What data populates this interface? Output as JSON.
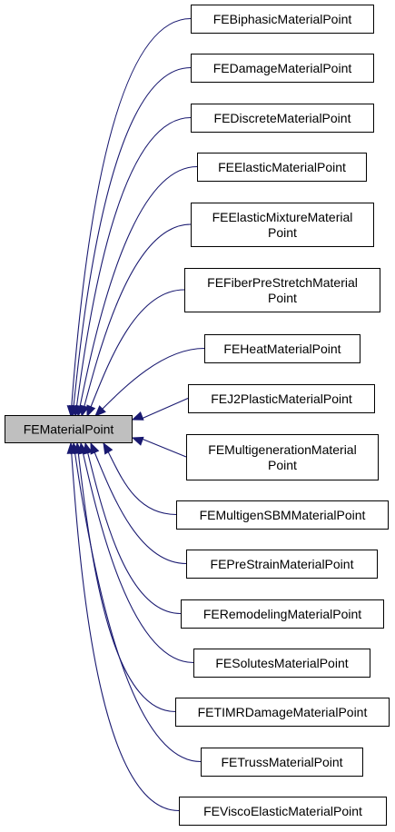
{
  "colors": {
    "edge": "#191970",
    "base_fill": "#bfbfbf",
    "node_fill": "#ffffff",
    "border": "#000000"
  },
  "base": {
    "id": "base",
    "lines": [
      "FEMaterialPoint"
    ]
  },
  "nodes": [
    {
      "id": "biphasic",
      "lines": [
        "FEBiphasicMaterialPoint"
      ]
    },
    {
      "id": "damage",
      "lines": [
        "FEDamageMaterialPoint"
      ]
    },
    {
      "id": "discrete",
      "lines": [
        "FEDiscreteMaterialPoint"
      ]
    },
    {
      "id": "elastic",
      "lines": [
        "FEElasticMaterialPoint"
      ]
    },
    {
      "id": "elastic-mixture",
      "lines": [
        "FEElasticMixtureMaterial",
        "Point"
      ]
    },
    {
      "id": "fiber-prestretch",
      "lines": [
        "FEFiberPreStretchMaterial",
        "Point"
      ]
    },
    {
      "id": "heat",
      "lines": [
        "FEHeatMaterialPoint"
      ]
    },
    {
      "id": "j2plastic",
      "lines": [
        "FEJ2PlasticMaterialPoint"
      ]
    },
    {
      "id": "multigeneration",
      "lines": [
        "FEMultigenerationMaterial",
        "Point"
      ]
    },
    {
      "id": "multigen-sbm",
      "lines": [
        "FEMultigenSBMMaterialPoint"
      ]
    },
    {
      "id": "prestrain",
      "lines": [
        "FEPreStrainMaterialPoint"
      ]
    },
    {
      "id": "remodeling",
      "lines": [
        "FERemodelingMaterialPoint"
      ]
    },
    {
      "id": "solutes",
      "lines": [
        "FESolutesMaterialPoint"
      ]
    },
    {
      "id": "timr-damage",
      "lines": [
        "FETIMRDamageMaterialPoint"
      ]
    },
    {
      "id": "truss",
      "lines": [
        "FETrussMaterialPoint"
      ]
    },
    {
      "id": "visco-elastic",
      "lines": [
        "FEViscoElasticMaterialPoint"
      ]
    }
  ]
}
